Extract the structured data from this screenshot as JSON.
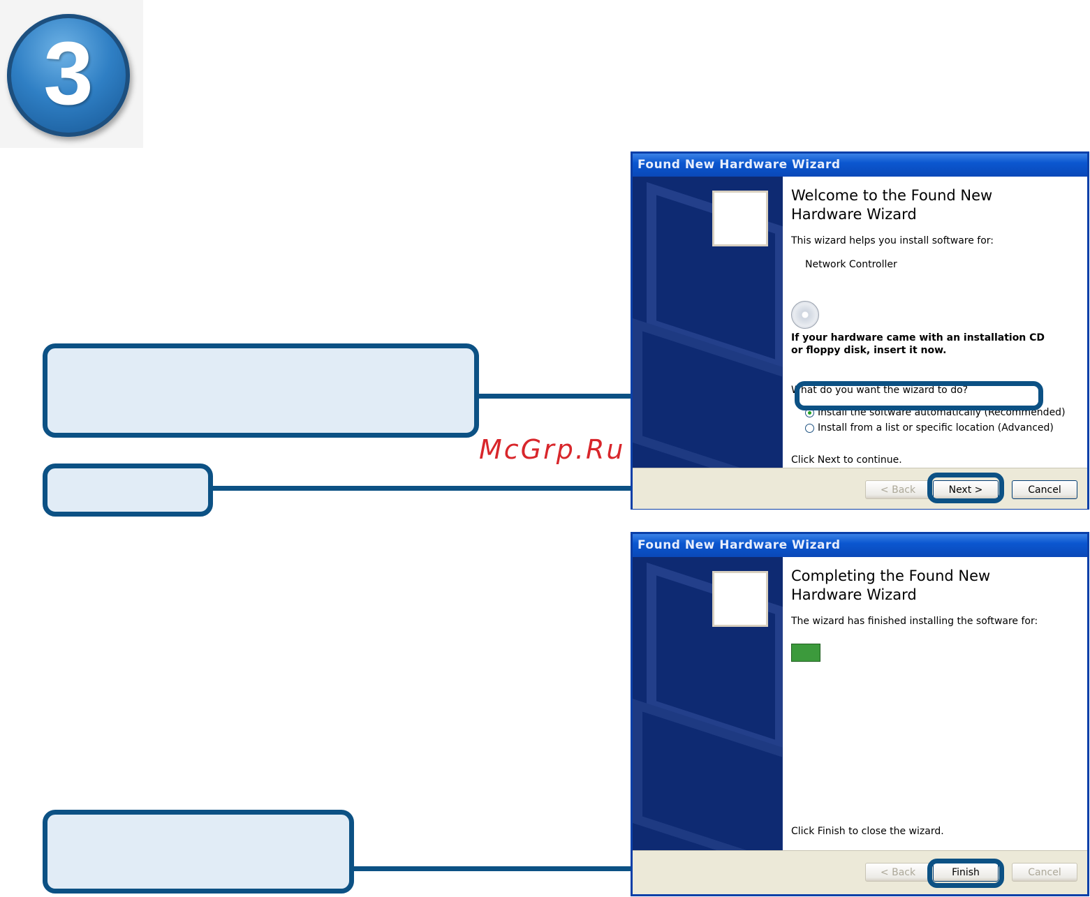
{
  "step": {
    "number": "3"
  },
  "watermark": "McGrp.Ru",
  "wizard1": {
    "window_title": "Found New Hardware Wizard",
    "heading_line1": "Welcome to the Found New",
    "heading_line2": "Hardware Wizard",
    "intro": "This wizard helps you install software for:",
    "device": "Network Controller",
    "cd_note_line1": "If your hardware came with an installation CD",
    "cd_note_line2": "or floppy disk, insert it now.",
    "question": "What do you want the wizard to do?",
    "option_auto": "Install the software automatically (Recommended)",
    "option_manual": "Install from a list or specific location (Advanced)",
    "continue_text": "Click Next to continue.",
    "back_label": "< Back",
    "next_label": "Next >",
    "cancel_label": "Cancel"
  },
  "wizard2": {
    "window_title": "Found New Hardware Wizard",
    "heading_line1": "Completing the Found New",
    "heading_line2": "Hardware Wizard",
    "finished_text": "The wizard has finished installing the software for:",
    "close_text": "Click Finish to close the wizard.",
    "back_label": "< Back",
    "finish_label": "Finish",
    "cancel_label": "Cancel"
  },
  "colors": {
    "accent": "#0c5184",
    "callout_fill": "#e1ecf6",
    "titlebar": "#0b57d0"
  }
}
